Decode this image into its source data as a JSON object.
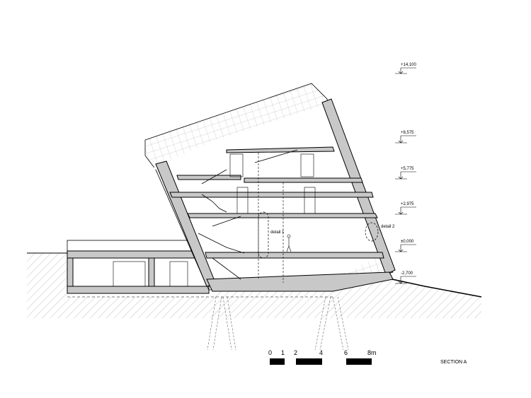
{
  "drawing": {
    "title": "SECTION A",
    "levels": [
      "+14,100",
      "+8,575",
      "+5,775",
      "+2,975",
      "±0,000",
      "-2,700"
    ],
    "details": [
      "detail 1",
      "detail 2"
    ],
    "scale_bar": {
      "ticks": [
        "0",
        "1",
        "2",
        "4",
        "6",
        "8m"
      ]
    },
    "colors": {
      "line": "#000000",
      "wall_fill": "#c8c8c8",
      "hatch": "#888888"
    }
  }
}
